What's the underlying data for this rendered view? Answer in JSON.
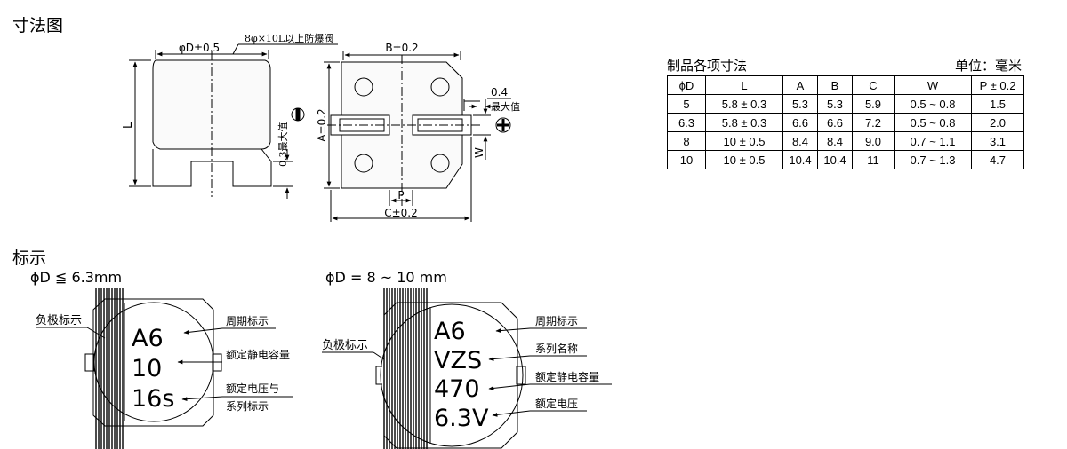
{
  "sections": {
    "dimensions_title": "寸法图",
    "marking_title": "标示"
  },
  "drawing": {
    "phiD": "φD±0.5",
    "valve": "8φ×10L以上防爆阀",
    "L": "L",
    "max_03": "0.3最大值",
    "B": "B±0.2",
    "A": "A±0.2",
    "P": "P",
    "C": "C±0.2",
    "W": "W",
    "dim_04": "0.4",
    "max_label": "最大值"
  },
  "table": {
    "caption": "制品各项寸法",
    "unit": "单位：毫米",
    "headers": [
      "ϕD",
      "L",
      "A",
      "B",
      "C",
      "W",
      "P ± 0.2"
    ],
    "rows": [
      [
        "5",
        "5.8 ± 0.3",
        "5.3",
        "5.3",
        "5.9",
        "0.5 ~ 0.8",
        "1.5"
      ],
      [
        "6.3",
        "5.8 ± 0.3",
        "6.6",
        "6.6",
        "7.2",
        "0.5 ~ 0.8",
        "2.0"
      ],
      [
        "8",
        "10 ± 0.5",
        "8.4",
        "8.4",
        "9.0",
        "0.7 ~ 1.1",
        "3.1"
      ],
      [
        "10",
        "10 ± 0.5",
        "10.4",
        "10.4",
        "11",
        "0.7 ~ 1.3",
        "4.7"
      ]
    ]
  },
  "marking_small": {
    "condition": "ϕD ≦  6.3mm",
    "negative": "负极标示",
    "lines": [
      "A6",
      "10",
      "16s"
    ],
    "period": "周期标示",
    "capacitance": "额定静电容量",
    "voltage_series_1": "额定电压与",
    "voltage_series_2": "系列标示"
  },
  "marking_large": {
    "condition": "ϕD = 8 ~ 10 mm",
    "negative": "负极标示",
    "lines": [
      "A6",
      "VZS",
      "470",
      "6.3V"
    ],
    "period": "周期标示",
    "series": "系列名称",
    "capacitance": "额定静电容量",
    "voltage": "额定电压"
  }
}
